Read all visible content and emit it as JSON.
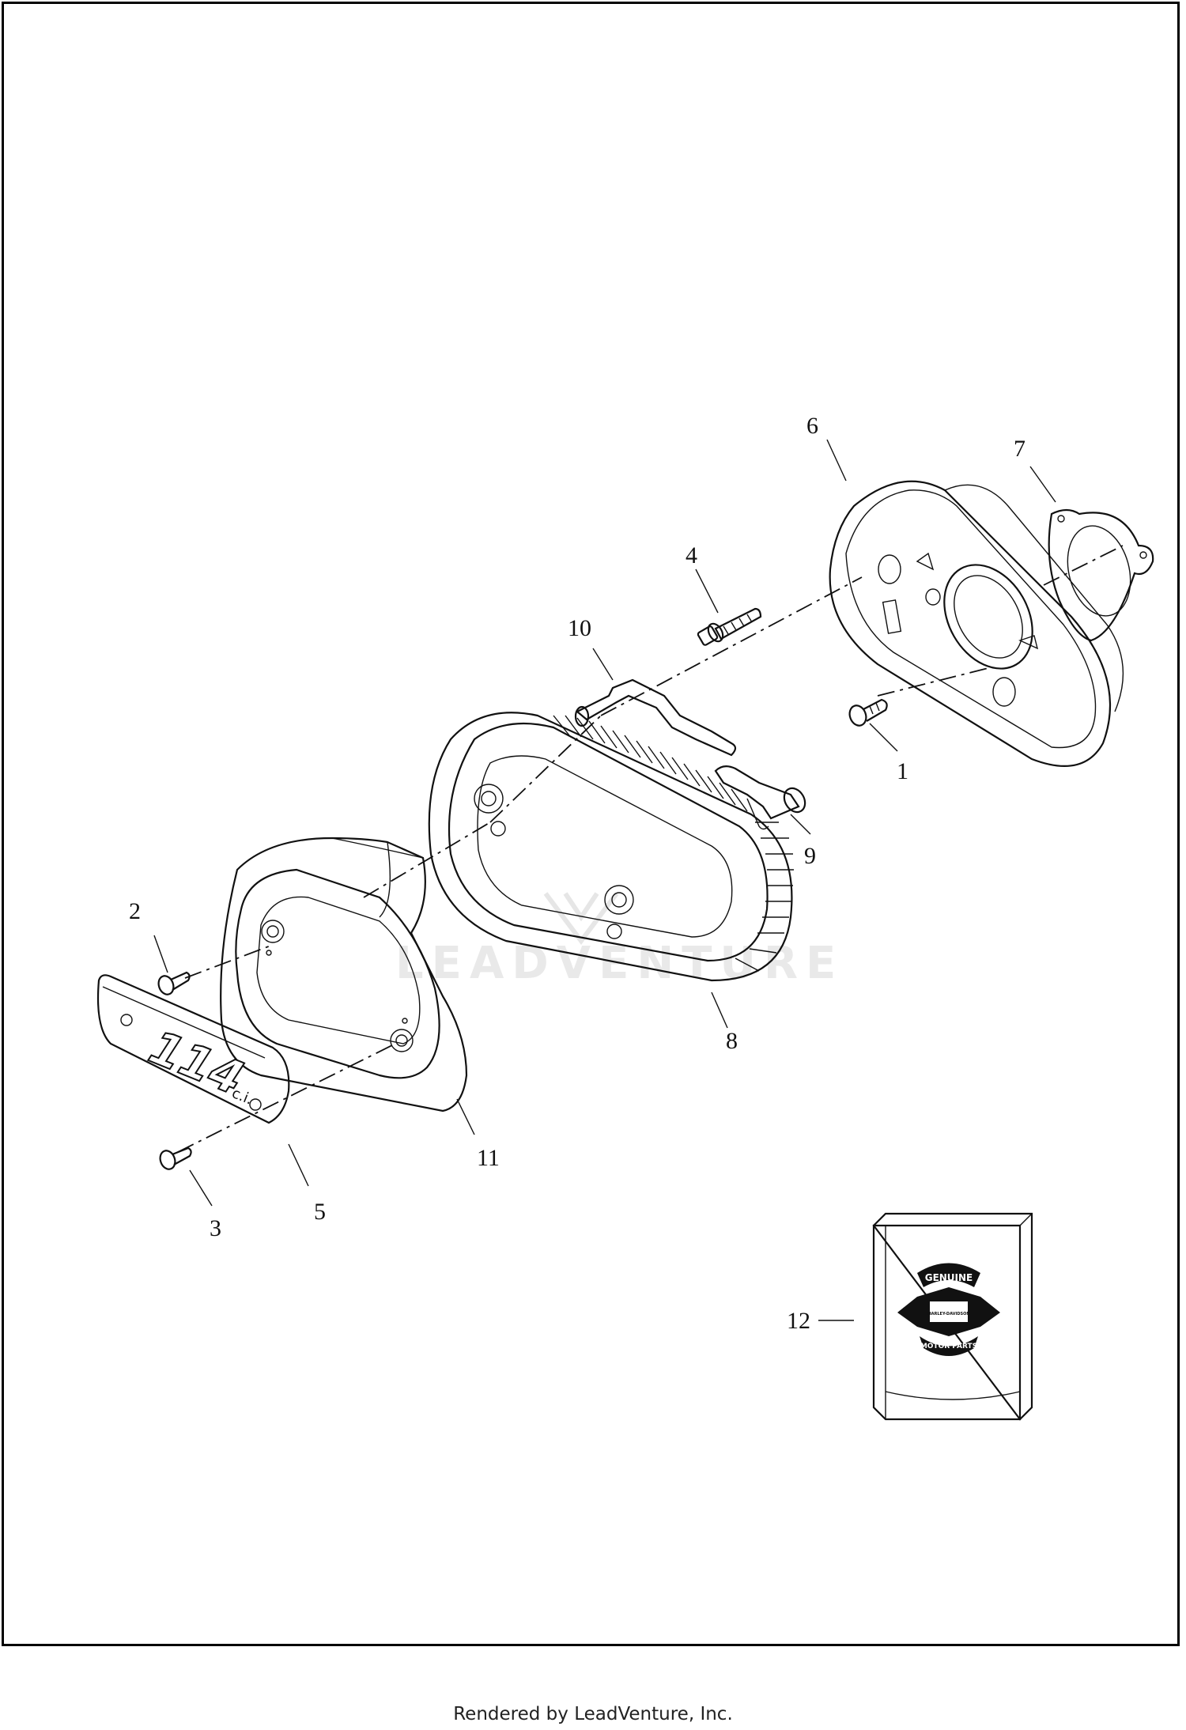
{
  "diagram": {
    "callouts": {
      "c1": "1",
      "c2": "2",
      "c3": "3",
      "c4": "4",
      "c5": "5",
      "c6": "6",
      "c7": "7",
      "c8": "8",
      "c9": "9",
      "c10": "10",
      "c11": "11",
      "c12": "12"
    },
    "badge_text": "114",
    "badge_suffix": "c.i.",
    "watermark": "LEADVENTURE",
    "logo_text": {
      "top": "GENUINE",
      "middle": "HARLEY-DAVIDSON",
      "bottom": "MOTOR PARTS"
    }
  },
  "footer": {
    "text": "Rendered by LeadVenture, Inc."
  }
}
